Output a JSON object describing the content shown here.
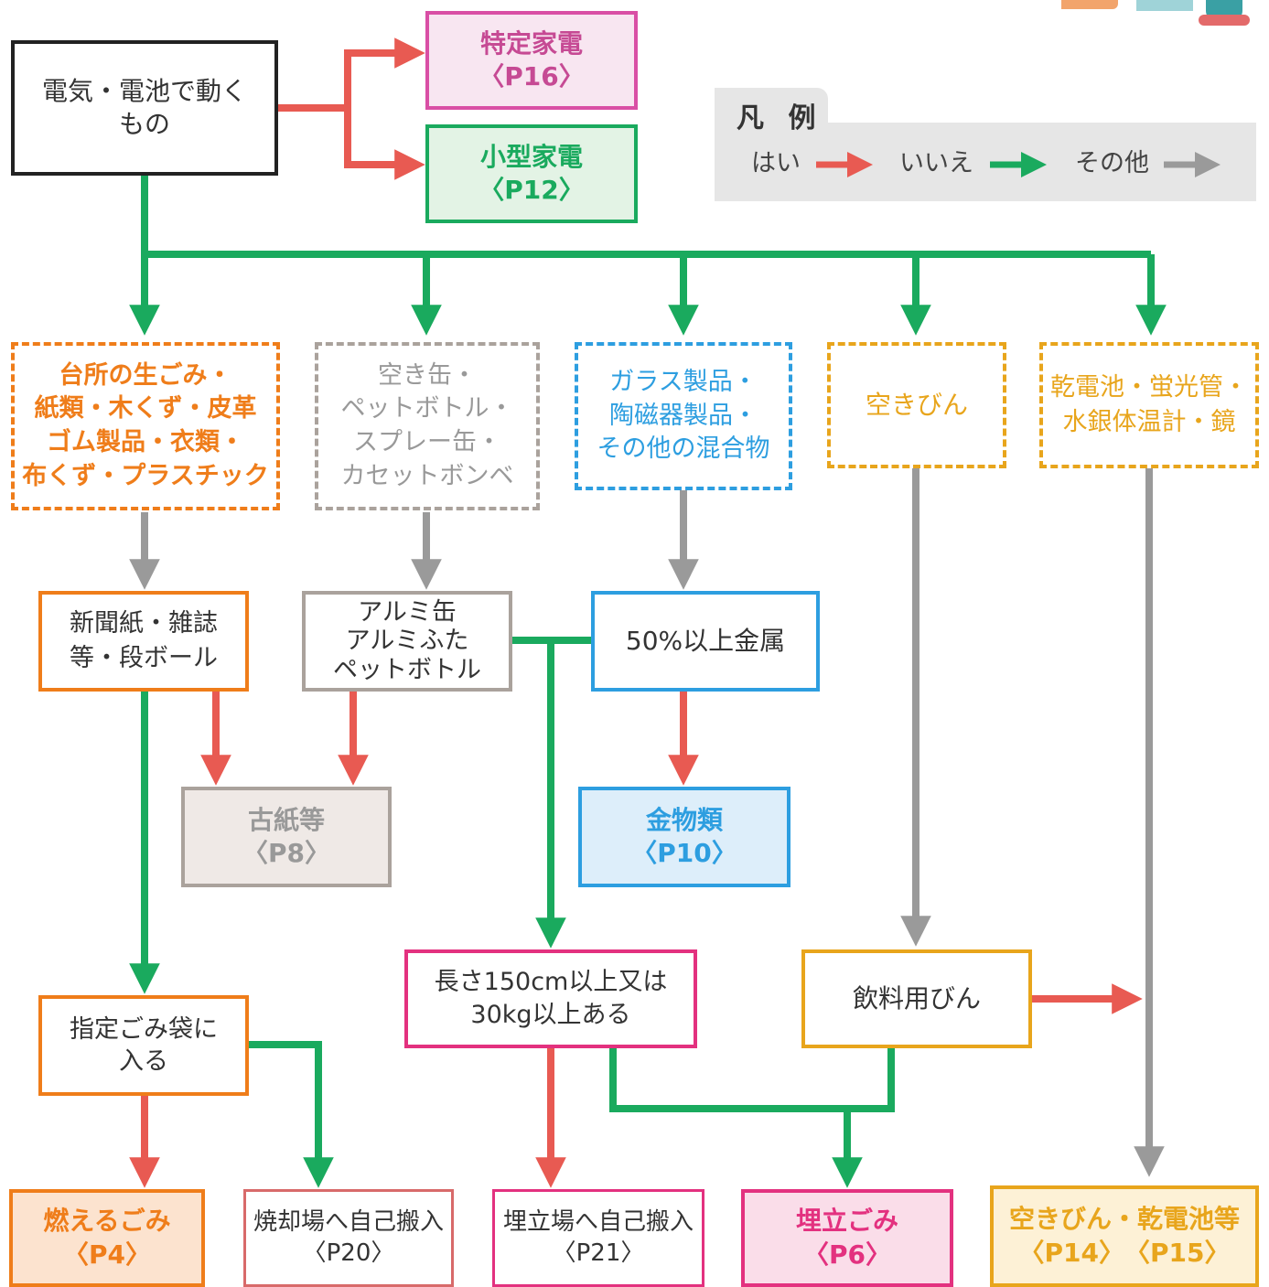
{
  "colors": {
    "yes": "#e85a52",
    "no": "#1aaa5e",
    "other": "#9a9a9a",
    "orange": "#ef7d1a",
    "pink": "#e3317f",
    "green": "#1aaa5e",
    "blue": "#2d9ee0",
    "yellow": "#e8a51c",
    "gray_border": "#aaa29c",
    "magenta": "#d94fa5"
  },
  "legend": {
    "title": "凡 例",
    "yes": "はい",
    "no": "いいえ",
    "other": "その他"
  },
  "nodes": {
    "start": {
      "line1": "電気・電池で動く",
      "line2": "もの"
    },
    "tokutei": {
      "line1": "特定家電",
      "line2": "〈P16〉"
    },
    "kogata": {
      "line1": "小型家電",
      "line2": "〈P12〉"
    },
    "cat_burnable": {
      "line1": "台所の生ごみ・",
      "line2": "紙類・木くず・皮革",
      "line3": "ゴム製品・衣類・",
      "line4": "布くず・プラスチック"
    },
    "cat_cans": {
      "line1": "空き缶・",
      "line2": "ペットボトル・",
      "line3": "スプレー缶・",
      "line4": "カセットボンベ"
    },
    "cat_glass": {
      "line1": "ガラス製品・",
      "line2": "陶磁器製品・",
      "line3": "その他の混合物"
    },
    "cat_bottles": {
      "line1": "空きびん"
    },
    "cat_batteries": {
      "line1": "乾電池・蛍光管・",
      "line2": "水銀体温計・鏡"
    },
    "q_newspaper": {
      "line1": "新聞紙・雑誌",
      "line2": "等・段ボール"
    },
    "q_alumi": {
      "line1": "アルミ缶",
      "line2": "アルミふた",
      "line3": "ペットボトル"
    },
    "q_metal": {
      "line1": "50%以上金属"
    },
    "kosi": {
      "line1": "古紙等",
      "line2": "〈P8〉"
    },
    "kanamono": {
      "line1": "金物類",
      "line2": "〈P10〉"
    },
    "q_bag": {
      "line1": "指定ごみ袋に",
      "line2": "入る"
    },
    "q_size": {
      "line1": "長さ150cm以上又は",
      "line2": "30kg以上ある"
    },
    "q_drink": {
      "line1": "飲料用びん"
    },
    "moeru": {
      "line1": "燃えるごみ",
      "line2": "〈P4〉"
    },
    "shokyaku": {
      "line1": "焼却場へ自己搬入",
      "line2": "〈P20〉"
    },
    "umetatejo": {
      "line1": "埋立場へ自己搬入",
      "line2": "〈P21〉"
    },
    "umetate": {
      "line1": "埋立ごみ",
      "line2": "〈P6〉"
    },
    "akibin": {
      "line1": "空きびん・乾電池等",
      "line2": "〈P14〉　〈P15〉"
    }
  }
}
